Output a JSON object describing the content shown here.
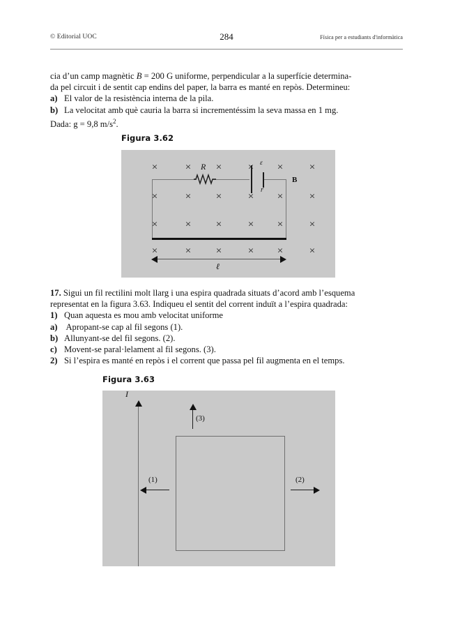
{
  "header": {
    "left": "© Editorial UOC",
    "page_number": "284",
    "right": "Física per a estudiants d'informàtica"
  },
  "block_1": {
    "lines": [
      "cia d’un camp magnètic B = 200 G uniforme, perpendicular a la superfície determina-",
      "da pel circuit i de sentit cap endins del paper, la barra es manté en repòs. Determineu:"
    ],
    "items": [
      {
        "label": "a)",
        "text": "El valor de la resistència interna de la pila."
      },
      {
        "label": "b)",
        "text": "La velocitat amb què cauria la barra si incrementéssim la seva massa en 1 mg."
      }
    ],
    "data_line": "Dada: g = 9,8 m/s2."
  },
  "figure_362": {
    "caption": "Figura 3.62",
    "labels": {
      "resistor": "R",
      "emf": "ε",
      "internal_resistance": "r",
      "field": "B",
      "length": "ℓ"
    },
    "cross_symbol": "×",
    "cross_rows": 4,
    "cross_cols": 6
  },
  "block_2": {
    "intro_lines": [
      "17. Sigui un fil rectilini molt llarg i una espira quadrada situats d’acord amb l’esquema",
      "representat en la figura 3.63. Indiqueu el sentit del corrent induït a l’espira quadrada:"
    ],
    "items": [
      {
        "label": "1)",
        "text": "Quan aquesta es mou amb velocitat uniforme"
      },
      {
        "label": "a)",
        "text": " Apropant-se cap al fil segons (1)."
      },
      {
        "label": "b)",
        "text": "Allunyant-se del fil segons. (2)."
      },
      {
        "label": "c)",
        "text": "Movent-se paral·lelament al fil segons. (3)."
      },
      {
        "label": "2)",
        "text": "Si l’espira es manté en repòs i el corrent que passa pel fil augmenta en el temps."
      }
    ]
  },
  "figure_363": {
    "caption": "Figura 3.63",
    "labels": {
      "current": "I",
      "arrow_1": "(1)",
      "arrow_2": "(2)",
      "arrow_3": "(3)"
    }
  },
  "colors": {
    "panel_gray": "#c9c9c9",
    "rule_gray": "#8c8c8c",
    "ink": "#141414"
  }
}
